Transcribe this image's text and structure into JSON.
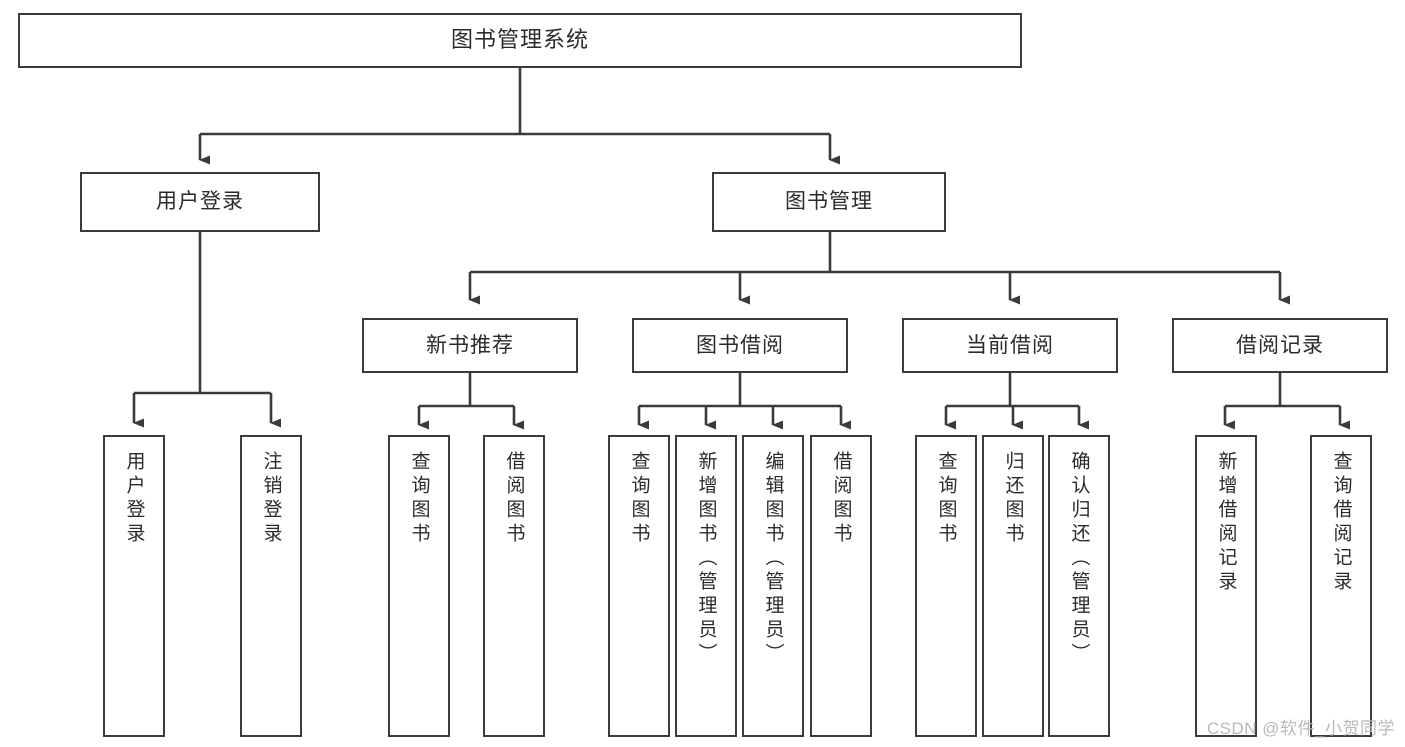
{
  "diagram": {
    "title": "图书管理系统",
    "watermark": "CSDN @软件_小贺同学",
    "colors": {
      "background": "#ffffff",
      "border": "#3b3b3b",
      "connector": "#3b3b3b",
      "text": "#2b2b2b",
      "watermark": "#b9b9b9"
    },
    "root": {
      "label": "图书管理系统"
    },
    "level2": [
      {
        "label": "用户登录"
      },
      {
        "label": "图书管理"
      }
    ],
    "level3": [
      {
        "label": "新书推荐"
      },
      {
        "label": "图书借阅"
      },
      {
        "label": "当前借阅"
      },
      {
        "label": "借阅记录"
      }
    ],
    "leaves": {
      "user_login": [
        {
          "label": "用户登录"
        },
        {
          "label": "注销登录"
        }
      ],
      "new_book_recommend": [
        {
          "label": "查询图书"
        },
        {
          "label": "借阅图书"
        }
      ],
      "book_borrow": [
        {
          "label": "查询图书"
        },
        {
          "label": "新增图书（管理员）"
        },
        {
          "label": "编辑图书（管理员）"
        },
        {
          "label": "借阅图书"
        }
      ],
      "current_borrow": [
        {
          "label": "查询图书"
        },
        {
          "label": "归还图书"
        },
        {
          "label": "确认归还（管理员）"
        }
      ],
      "borrow_record": [
        {
          "label": "新增借阅记录"
        },
        {
          "label": "查询借阅记录"
        }
      ]
    }
  }
}
